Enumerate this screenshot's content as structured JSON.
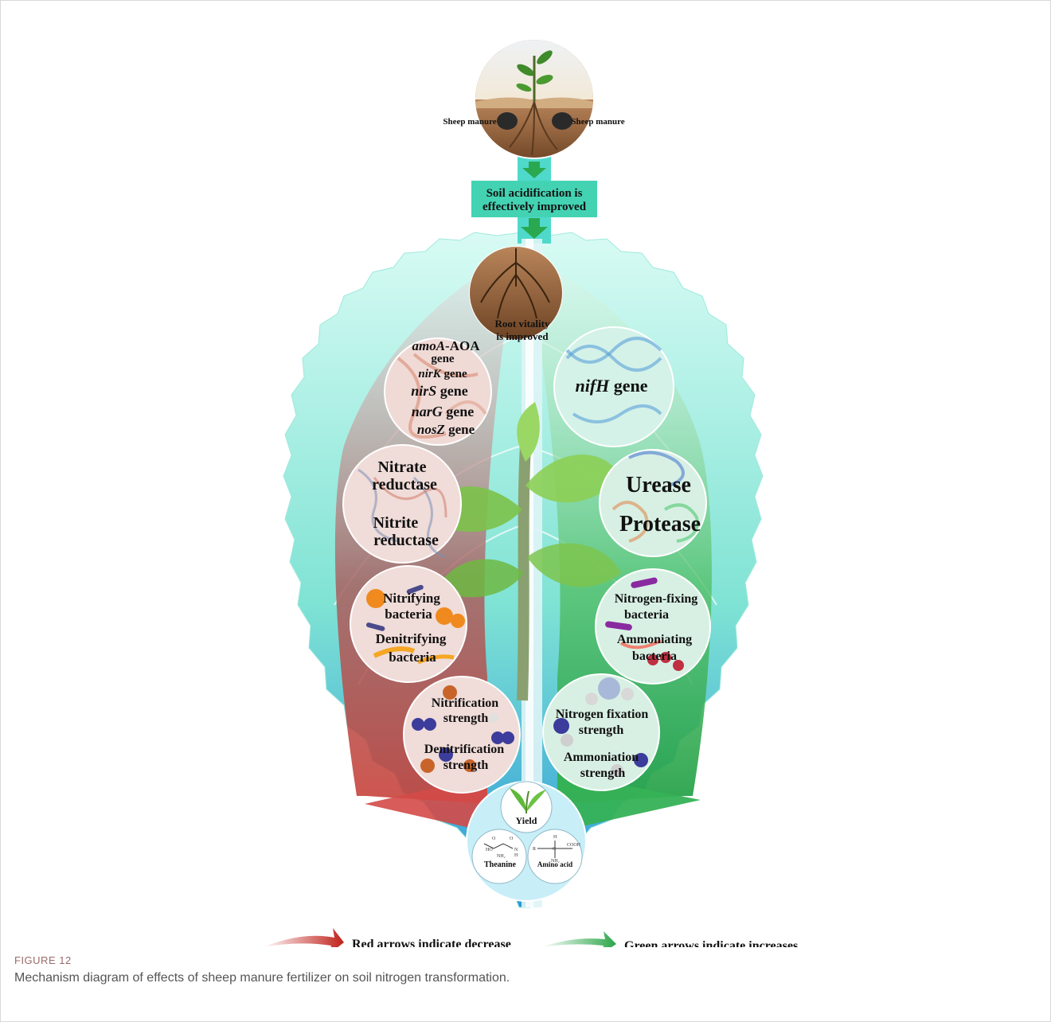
{
  "figure": {
    "label": "FIGURE 12",
    "caption": "Mechanism diagram of effects of sheep manure fertilizer on soil nitrogen transformation."
  },
  "top": {
    "left_label": "Sheep manure",
    "right_label": "Sheep manure"
  },
  "acid_box": {
    "line1": "Soil acidification is",
    "line2": "effectively improved"
  },
  "root": {
    "line1": "Root vitality",
    "line2": "is improved"
  },
  "left_chain": {
    "genes": {
      "l1_italic": "amoA",
      "l1_rest": "-AOA",
      "l2": "gene",
      "l3_italic": "nirK",
      "l3_rest": " gene",
      "l4_italic": "nirS",
      "l4_rest": " gene",
      "l5_italic": "narG",
      "l5_rest": " gene",
      "l6_italic": "nosZ",
      "l6_rest": " gene"
    },
    "enzymes": {
      "l1": "Nitrate",
      "l2": "reductase",
      "l3": "Nitrite",
      "l4": "reductase"
    },
    "bacteria": {
      "l1": "Nitrifying",
      "l2": "bacteria",
      "l3": "Denitrifying",
      "l4": "bacteria"
    },
    "strength": {
      "l1": "Nitrification",
      "l2": "strength",
      "l3": "Denitrification",
      "l4": "strength"
    }
  },
  "right_chain": {
    "genes": {
      "l1_italic": "nifH",
      "l1_rest": " gene"
    },
    "enzymes": {
      "l1": "Urease",
      "l2": "Protease"
    },
    "bacteria": {
      "l1": "Nitrogen-fixing",
      "l2": "bacteria",
      "l3": "Ammoniating",
      "l4": "bacteria"
    },
    "strength": {
      "l1": "Nitrogen fixation",
      "l2": "strength",
      "l3": "Ammoniation",
      "l4": "strength"
    }
  },
  "outcome": {
    "yield": "Yield",
    "theanine": "Theanine",
    "amino_acid": "Amino acid",
    "cooh": "COOH",
    "r_group": "R",
    "nh2": "NH₂",
    "h": "H",
    "c": "C",
    "o": "O",
    "n": "N",
    "ho": "HO"
  },
  "legend": {
    "red_text": "Red arrows indicate decrease",
    "green_text": "Green arrows indicate increases"
  },
  "colors": {
    "decrease": "#c0392b",
    "increase": "#2e9e4f",
    "leaf_teal": "#7fe3d4",
    "leaf_blue": "#2b98d8"
  }
}
